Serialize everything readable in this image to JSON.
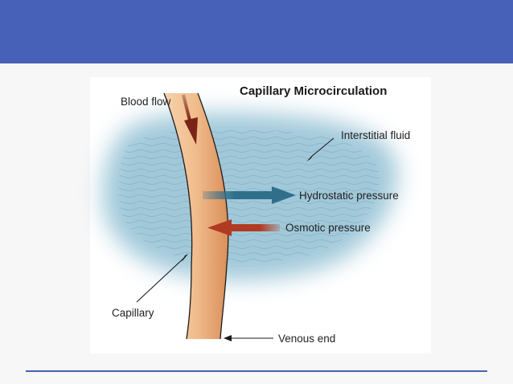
{
  "slide": {
    "colors": {
      "header": "#4761b8",
      "rule": "#4761b8"
    }
  },
  "diagram": {
    "title": "Capillary Microcirculation",
    "labels": {
      "blood_flow": "Blood flow",
      "interstitial_fluid": "Interstitial fluid",
      "hydrostatic_pressure": "Hydrostatic pressure",
      "osmotic_pressure": "Osmotic pressure",
      "capillary": "Capillary",
      "venous_end": "Venous end"
    },
    "colors": {
      "fluid": "#9cc6d8",
      "capillary": "#f1bc8c",
      "capillary_edge": "#1c1c1c",
      "flow_arrow": "#7a2418",
      "hydrostatic_arrow": "#2f6f8c",
      "osmotic_arrow": "#b03a22",
      "pointer": "#1a1a1a"
    }
  }
}
